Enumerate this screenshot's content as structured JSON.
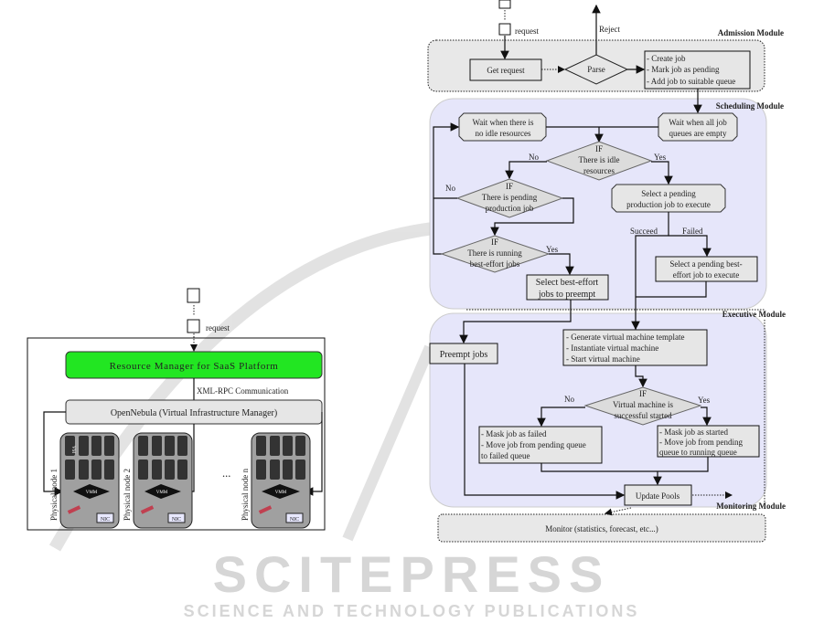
{
  "watermark": {
    "title": "SCITEPRESS",
    "subtitle": "SCIENCE AND TECHNOLOGY PUBLICATIONS"
  },
  "left_diagram": {
    "request_label": "request",
    "resource_manager": "Resource Manager for SaaS Platform",
    "communication": "XML-RPC Communication",
    "opennebula": "OpenNebula (Virtual Infrastructure Manager)",
    "nodes": [
      "Physical node 1",
      "Physical node 2",
      "Physical node n"
    ],
    "vm_label": "VM",
    "vmm_label": "VMM",
    "nic_label": "NIC",
    "ellipsis": "...",
    "colors": {
      "resource_manager": "#22e622",
      "opennebula": "#e6e6e6",
      "node": "#a0a0a0"
    }
  },
  "right_diagram": {
    "request_label": "request",
    "reject_label": "Reject",
    "admission": {
      "title": "Admission Module",
      "get_request": "Get request",
      "parse": "Parse",
      "create_job": [
        "- Create job",
        "- Mark job as pending",
        "- Add job to suitable queue"
      ]
    },
    "scheduling": {
      "title": "Scheduling Module",
      "wait_idle": [
        "Wait when there is",
        "no idle resources"
      ],
      "wait_empty": [
        "Wait when all job",
        "queues are empty"
      ],
      "if_idle": [
        "IF",
        "There is idle",
        "resources"
      ],
      "if_pending": [
        "IF",
        "There is pending",
        "production job"
      ],
      "if_running": [
        "IF",
        "There is running",
        "best-effort jobs"
      ],
      "select_production": [
        "Select a pending",
        "production job to execute"
      ],
      "select_best_effort": [
        "Select a pending best-",
        "effort job to execute"
      ],
      "select_preempt": [
        "Select best-effort",
        "jobs to preempt"
      ],
      "no": "No",
      "yes": "Yes",
      "succeed": "Succeed",
      "failed": "Failed"
    },
    "executive": {
      "title": "Executive Module",
      "preempt": "Preempt jobs",
      "generate": [
        "- Generate virtual machine template",
        "- Instantiate virtual machine",
        "- Start virtual machine"
      ],
      "if_vm": [
        "IF",
        "Virtual machine is",
        "successful started"
      ],
      "mask_failed": [
        "- Mask job as failed",
        "- Move job from pending queue",
        "to failed queue"
      ],
      "mask_started": [
        "- Mask job as started",
        "- Move job from pending",
        "queue to running queue"
      ],
      "update_pools": "Update Pools",
      "no": "No",
      "yes": "Yes"
    },
    "monitoring": {
      "title": "Monitoring Module",
      "monitor": "Monitor (statistics, forecast, etc...)"
    },
    "colors": {
      "module_bg": "#e6e6fa",
      "admission_bg": "#e8e8e8",
      "box": "#e6e6e6"
    }
  }
}
